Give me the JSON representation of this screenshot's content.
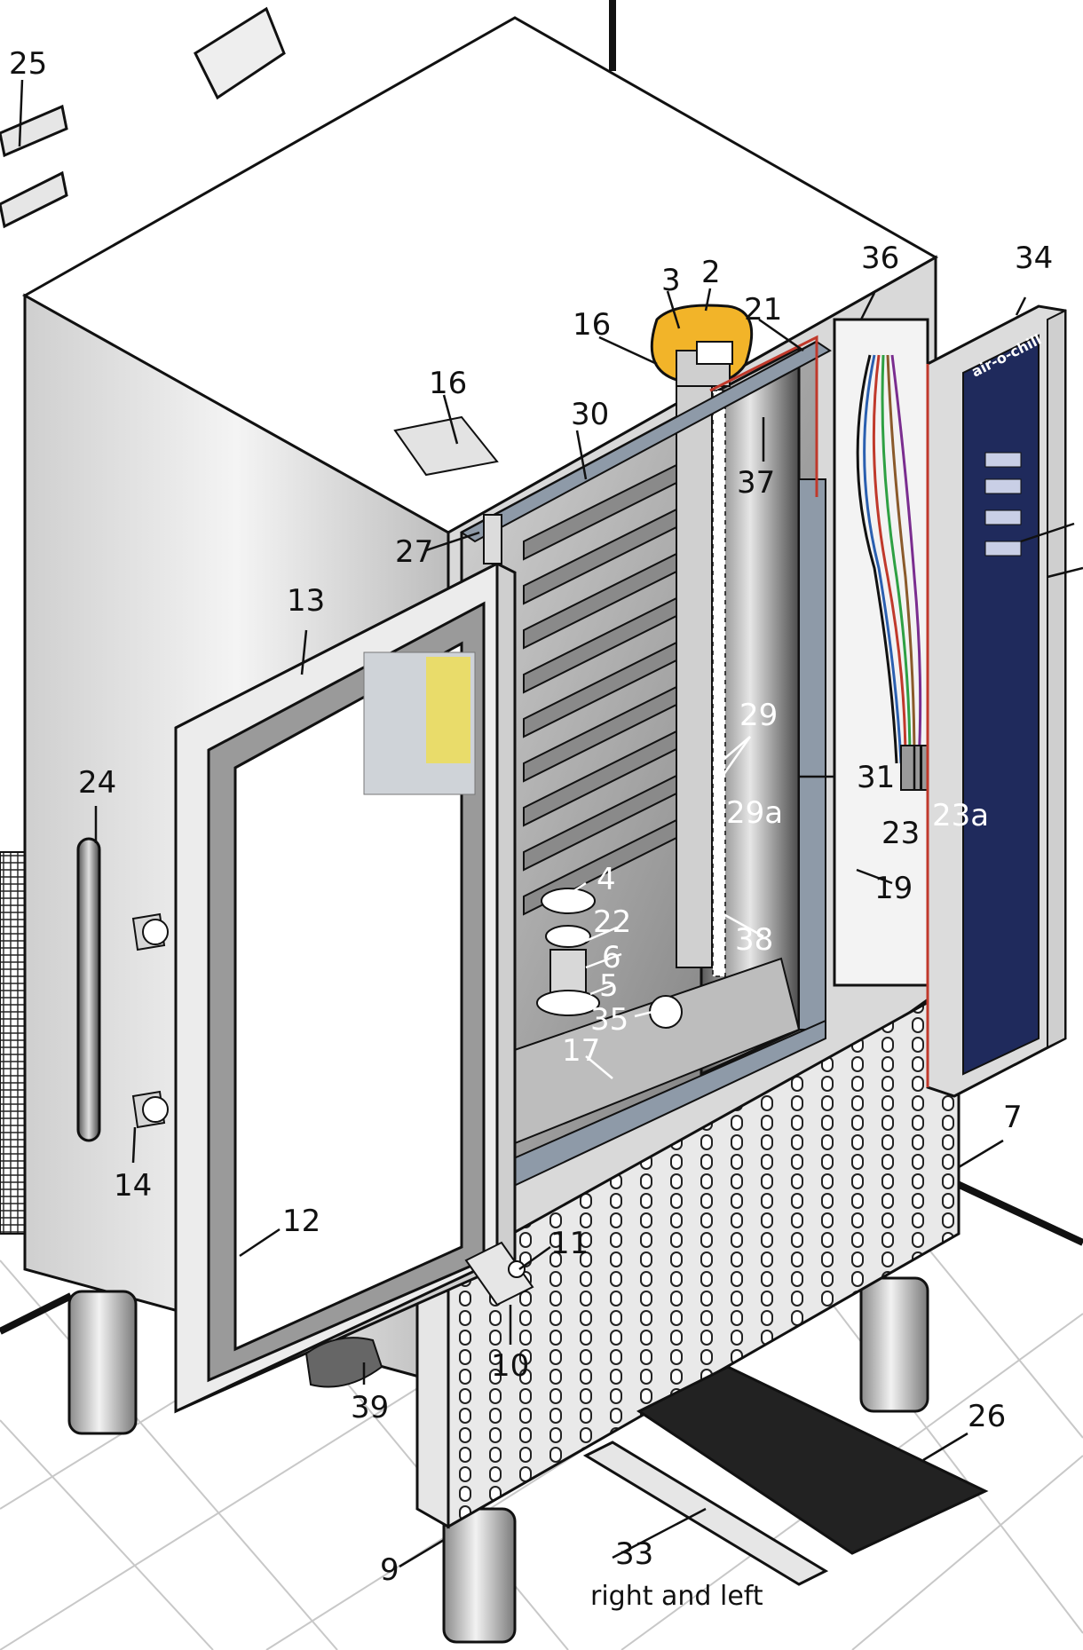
{
  "diagram": {
    "brand_on_panel": "air-o-chill",
    "labels": {
      "n2": "2",
      "n3": "3",
      "n4": "4",
      "n5": "5",
      "n6": "6",
      "n7": "7",
      "n9": "9",
      "n10": "10",
      "n11": "11",
      "n12": "12",
      "n13": "13",
      "n14": "14",
      "n16a": "16",
      "n16b": "16",
      "n17": "17",
      "n19": "19",
      "n21": "21",
      "n22": "22",
      "n23": "23",
      "n23a": "23a",
      "n24": "24",
      "n25": "25",
      "n26": "26",
      "n27": "27",
      "n29": "29",
      "n29a": "29a",
      "n30": "30",
      "n31": "31",
      "n33": "33",
      "n34": "34",
      "n35": "35",
      "n36": "36",
      "n37": "37",
      "n38": "38",
      "n39": "39"
    },
    "caption_33": "right and left"
  }
}
